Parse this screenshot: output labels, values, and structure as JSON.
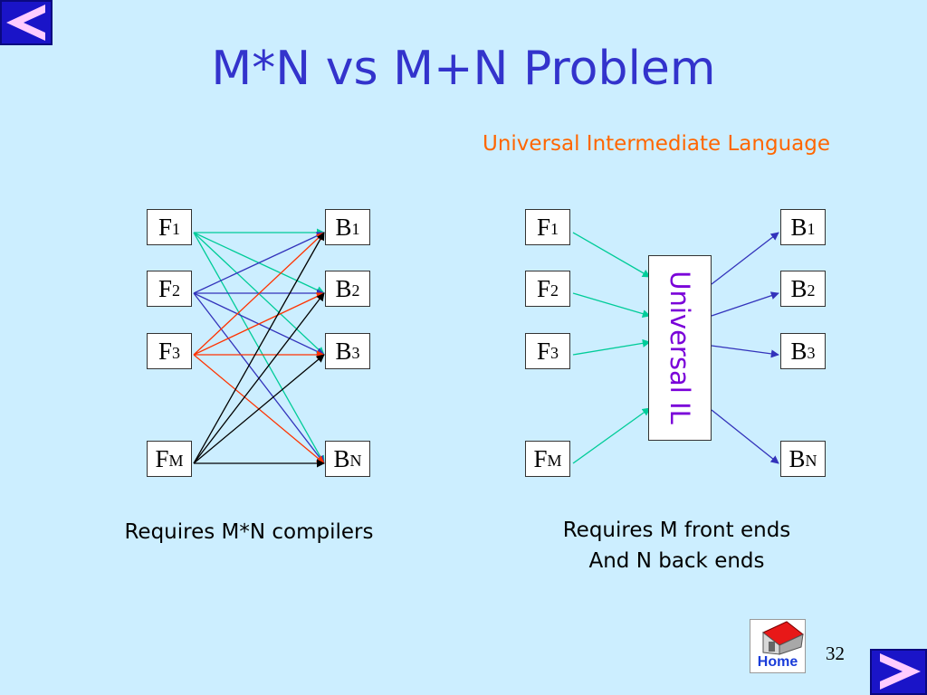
{
  "title": "M*N vs M+N Problem",
  "subtitle": "Universal Intermediate Language",
  "left_diagram": {
    "front_ends": [
      {
        "main": "F",
        "sub": "1"
      },
      {
        "main": "F",
        "sub": "2"
      },
      {
        "main": "F",
        "sub": "3"
      },
      {
        "main": "F",
        "sub": "M"
      }
    ],
    "back_ends": [
      {
        "main": "B",
        "sub": "1"
      },
      {
        "main": "B",
        "sub": "2"
      },
      {
        "main": "B",
        "sub": "3"
      },
      {
        "main": "B",
        "sub": "N"
      }
    ],
    "edge_colors": [
      "#00CC99",
      "#3333BB",
      "#FF3300",
      "#000000"
    ],
    "caption": "Requires M*N compilers"
  },
  "right_diagram": {
    "front_ends": [
      {
        "main": "F",
        "sub": "1"
      },
      {
        "main": "F",
        "sub": "2"
      },
      {
        "main": "F",
        "sub": "3"
      },
      {
        "main": "F",
        "sub": "M"
      }
    ],
    "back_ends": [
      {
        "main": "B",
        "sub": "1"
      },
      {
        "main": "B",
        "sub": "2"
      },
      {
        "main": "B",
        "sub": "3"
      },
      {
        "main": "B",
        "sub": "N"
      }
    ],
    "il_label": "Universal IL",
    "in_edge_color": "#00CC99",
    "out_edge_color": "#3333BB",
    "caption_lines": [
      "Requires M front ends",
      "And N back ends"
    ]
  },
  "nav": {
    "prev_icon": "left-arrow-icon",
    "next_icon": "right-arrow-icon",
    "home_icon": "house-icon",
    "home_label": "Home"
  },
  "page_number": "32",
  "colors": {
    "background": "#CCEEFF",
    "title": "#3333CC",
    "subtitle": "#FF6600",
    "il_text": "#7A00D9",
    "nav_button": "#1A14C8",
    "nav_arrow": "#FFCCFF"
  }
}
